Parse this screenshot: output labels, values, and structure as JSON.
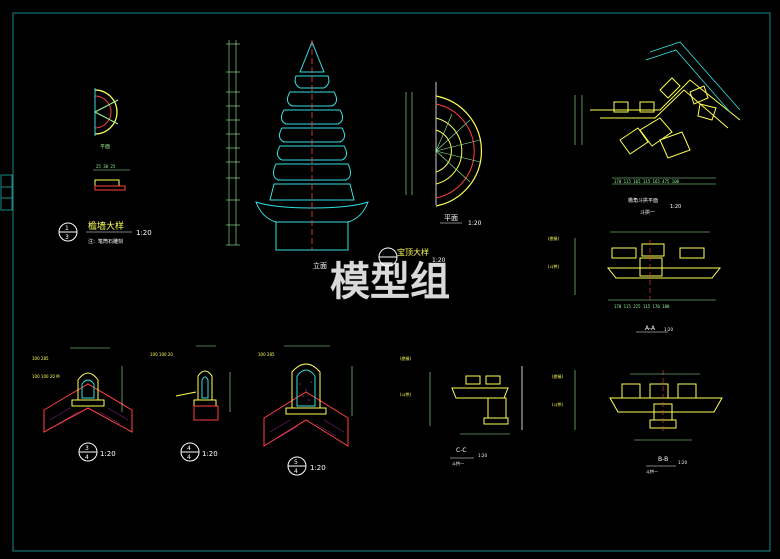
{
  "drawing": {
    "watermark": "模型组",
    "labels": {
      "detail_left": "檐墙大样",
      "detail_left_scale": "1:20",
      "detail_left_note": "注：笔筒石雕刻",
      "elevation": "立面",
      "crown_detail": "宝顶大样",
      "crown_scale": "1:20",
      "plan": "平面",
      "plan_scale": "1:20",
      "roof_plan": "檐角斗拱平面",
      "roof_plan_scale": "1:20",
      "roof_plan_sub": "斗拱一",
      "section_aa": "A-A",
      "section_aa_scale": "1:20",
      "section_bb": "B-B",
      "section_bb_scale": "1:20",
      "section_bb_sub": "斗拱一",
      "section_cc": "C-C",
      "section_cc_scale": "1:20",
      "section_cc_sub": "斗拱一",
      "detail3_scale": "1:20",
      "detail4_scale": "1:20",
      "detail5_scale": "1:20",
      "sub_plan": "平面"
    },
    "callouts": {
      "d1_top": "1",
      "d1_bot": "3",
      "d3_top": "3",
      "d3_bot": "4",
      "d4_top": "4",
      "d4_bot": "4",
      "d5_top": "5",
      "d5_bot": "4"
    },
    "colors": {
      "background": "#000000",
      "frame": "#1a8a8a",
      "cyan": "#33e0e0",
      "yellow": "#ffff55",
      "green": "#9af59a",
      "red": "#ff4040",
      "white": "#ffffff",
      "magenta": "#e040e0"
    }
  }
}
